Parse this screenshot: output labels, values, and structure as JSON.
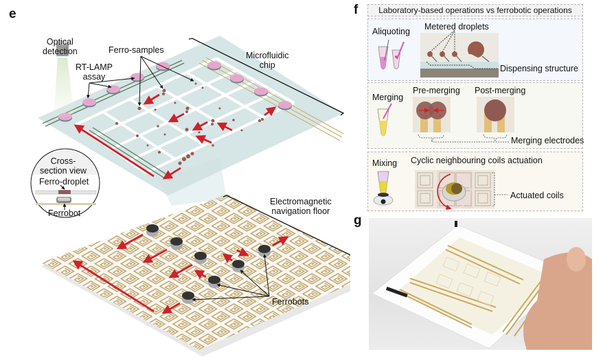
{
  "panels": {
    "e": {
      "letter": "e",
      "labels": {
        "optical_detection": [
          "Optical",
          "detection"
        ],
        "ferro_samples": "Ferro-samples",
        "rt_lamp": [
          "RT-LAMP",
          "assay"
        ],
        "microfluidic_chip": [
          "Microfluidic",
          "chip"
        ],
        "cross_section": [
          "Cross-",
          "section view"
        ],
        "ferro_droplet": "Ferro-droplet",
        "ferrobot": "Ferrobot",
        "em_floor": [
          "Electromagnetic",
          "navigation floor"
        ],
        "ferrobots": "Ferrobots"
      }
    },
    "f": {
      "letter": "f",
      "header": "Laboratory-based operations vs ferrobotic operations",
      "rows": [
        {
          "name": "aliquoting",
          "lab_label": "Aliquoting",
          "ferro_label": "Metered droplets",
          "annotation": "Dispensing structure"
        },
        {
          "name": "merging",
          "lab_label": "Merging",
          "ferro_labels": [
            "Pre-merging",
            "Post-merging"
          ],
          "annotation": "Merging electrodes"
        },
        {
          "name": "mixing",
          "lab_label": "Mixing",
          "ferro_label": "Cyclic neighbouring coils actuation",
          "annotation": "Actuated coils"
        }
      ]
    },
    "g": {
      "letter": "g",
      "description": "Photo of hand holding ferrobotic chip"
    }
  },
  "colors": {
    "arrow_red": "#d0202a",
    "chip_fill": "#cfe0e2",
    "coil_gold": "#b99a55",
    "assay_pink": "#e6a6cc",
    "droplet_brown": "#9a5a4c",
    "row1_bg": "#f4f7fb",
    "row2_bg": "#f7f8f2",
    "row3_bg": "#fbf8f1"
  }
}
